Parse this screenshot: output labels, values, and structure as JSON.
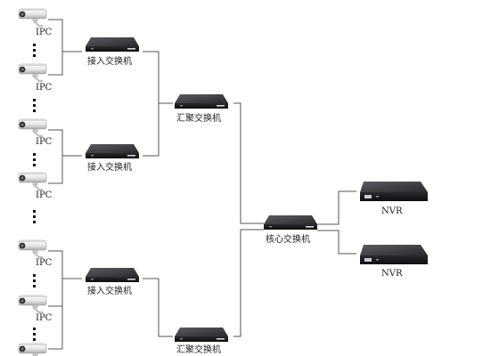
{
  "labels": {
    "ipc": "IPC",
    "access_switch": "接入交换机",
    "aggregation_switch": "汇聚交换机",
    "core_switch": "核心交换机",
    "nvr": "NVR"
  },
  "colors": {
    "line": "#555555",
    "device_top": "#3a3a3e",
    "device_front": "#1b1b1e",
    "camera_body": "#f2f2f2",
    "camera_shade": "#b9b9b9",
    "text": "#222222"
  }
}
